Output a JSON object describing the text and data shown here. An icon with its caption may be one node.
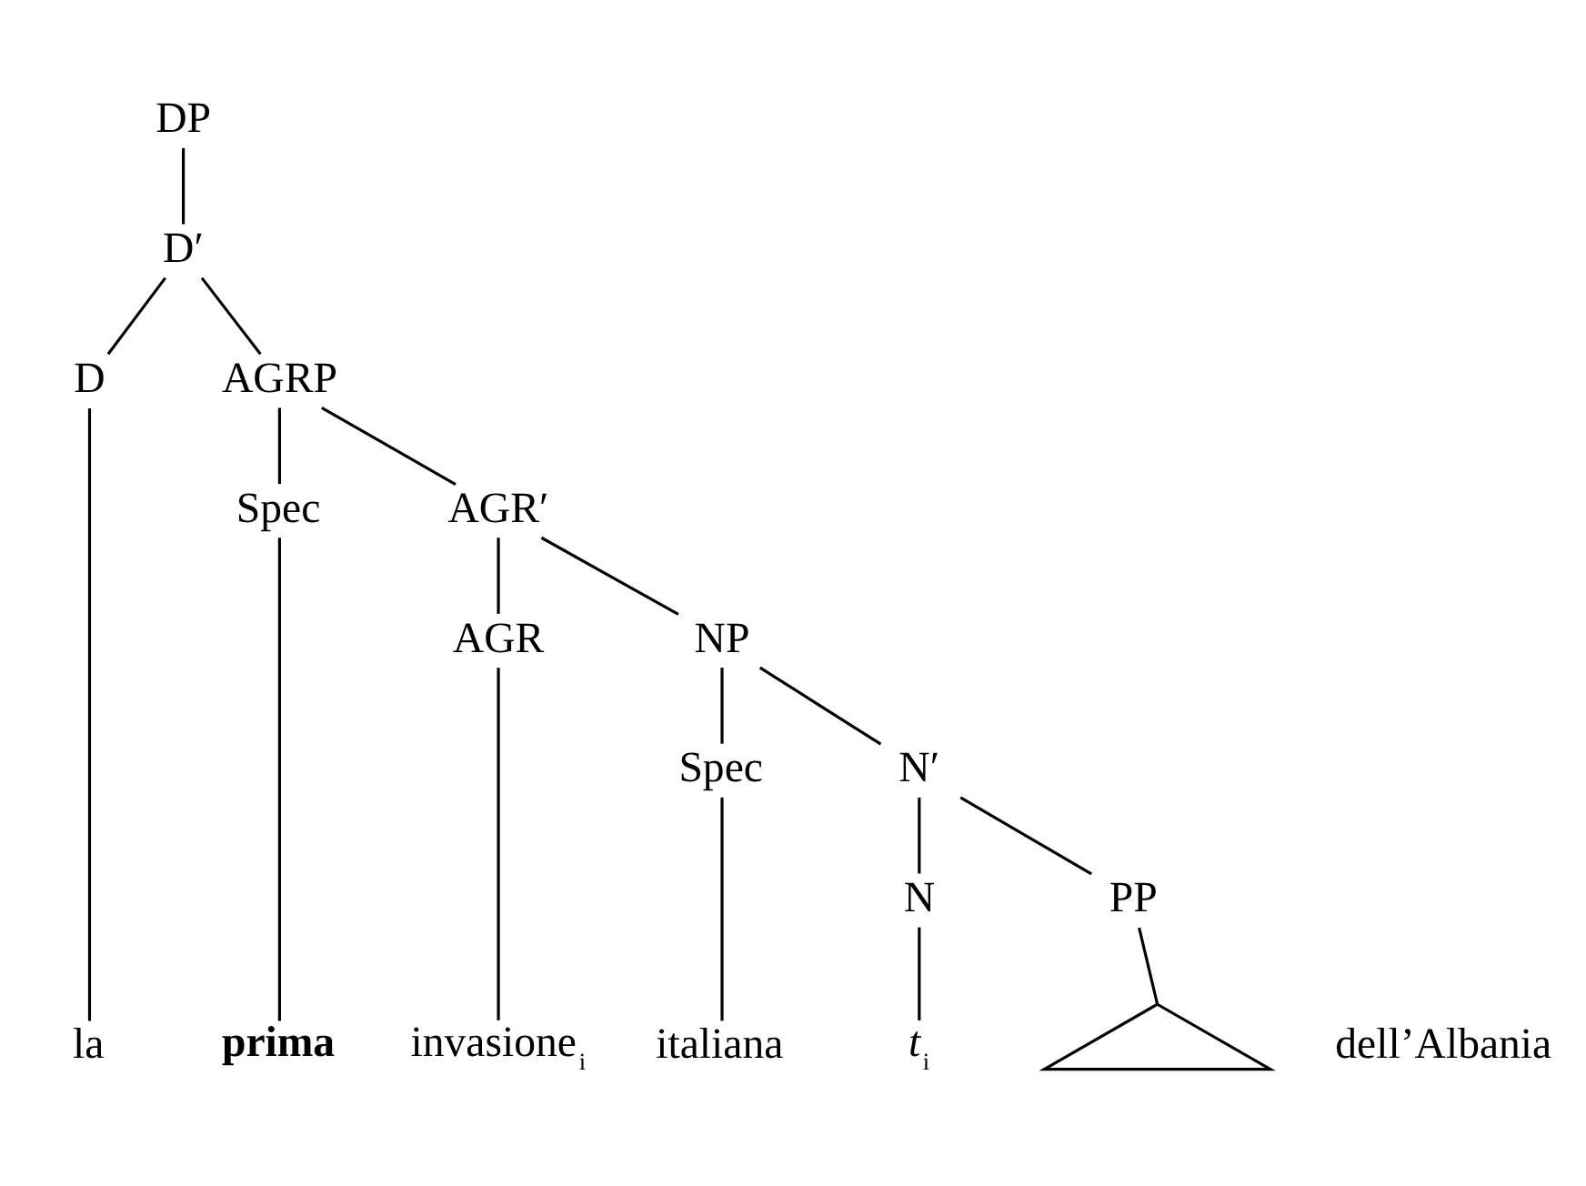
{
  "diagram": {
    "nodes": [
      {
        "text": [
          "DP"
        ]
      },
      {
        "text": [
          "D′"
        ]
      },
      {
        "text": [
          "D"
        ]
      },
      {
        "text": [
          "AGRP"
        ]
      },
      {
        "text": [
          "Spec"
        ]
      },
      {
        "text": [
          "AGR′"
        ]
      },
      {
        "text": [
          "AGR"
        ]
      },
      {
        "text": [
          "NP"
        ]
      },
      {
        "text": [
          "Spec"
        ]
      },
      {
        "text": [
          "N′"
        ]
      },
      {
        "text": [
          "N"
        ]
      },
      {
        "text": [
          "PP"
        ]
      },
      {
        "text": [],
        "shape": "triangle"
      },
      {
        "text": [
          "la"
        ]
      },
      {
        "text": [
          "prima"
        ]
      },
      {
        "text": [
          "invasione$_{i}$"
        ]
      },
      {
        "text": [
          "italiana"
        ]
      },
      {
        "text": [
          "*t*$_{i}$"
        ]
      },
      {
        "text": [
          "dell’Albania"
        ]
      }
    ],
    "edges": [
      {
        "from": 0,
        "to": 1,
        "arrow": "none"
      },
      {
        "from": 1,
        "to": 2,
        "arrow": "none"
      },
      {
        "from": 1,
        "to": 3,
        "arrow": "none"
      },
      {
        "from": 3,
        "to": 4,
        "arrow": "none"
      },
      {
        "from": 3,
        "to": 5,
        "arrow": "none"
      },
      {
        "from": 5,
        "to": 6,
        "arrow": "none"
      },
      {
        "from": 5,
        "to": 7,
        "arrow": "none"
      },
      {
        "from": 7,
        "to": 8,
        "arrow": "none"
      },
      {
        "from": 7,
        "to": 9,
        "arrow": "none"
      },
      {
        "from": 9,
        "to": 10,
        "arrow": "none"
      },
      {
        "from": 9,
        "to": 11,
        "arrow": "none"
      },
      {
        "from": 11,
        "to": 12,
        "arrow": "none"
      },
      {
        "from": 2,
        "to": 13,
        "arrow": "none"
      },
      {
        "from": 4,
        "to": 14,
        "arrow": "none"
      },
      {
        "from": 6,
        "to": 15,
        "arrow": "none"
      },
      {
        "from": 8,
        "to": 16,
        "arrow": "none"
      },
      {
        "from": 10,
        "to": 17,
        "arrow": "none"
      }
    ]
  }
}
